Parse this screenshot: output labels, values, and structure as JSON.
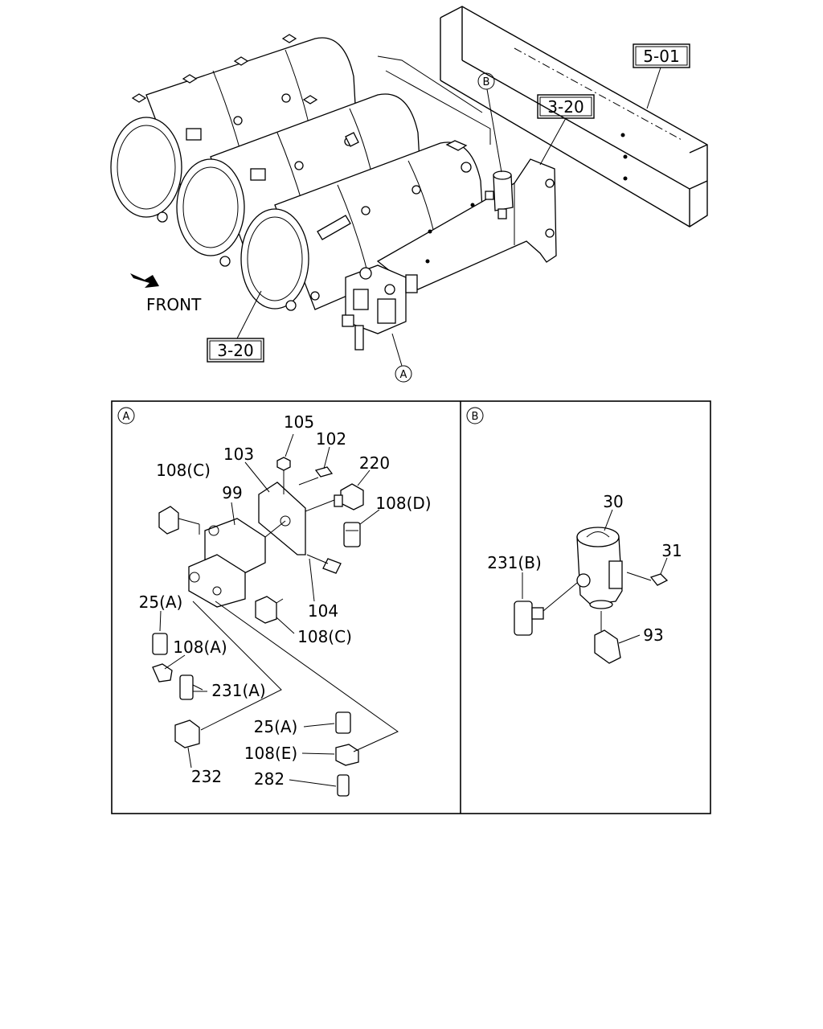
{
  "overview": {
    "front_label": "FRONT",
    "ref_5_01": "5-01",
    "ref_3_20_right": "3-20",
    "ref_3_20_left": "3-20",
    "callout_a": "A",
    "callout_b": "B"
  },
  "panel_a": {
    "marker": "A",
    "labels": {
      "p105": "105",
      "p102": "102",
      "p103": "103",
      "p220": "220",
      "p108c_top": "108(C)",
      "p99": "99",
      "p108d": "108(D)",
      "p25a_left": "25(A)",
      "p104": "104",
      "p108c_right": "108(C)",
      "p108a": "108(A)",
      "p231a": "231(A)",
      "p25a_right": "25(A)",
      "p108e": "108(E)",
      "p232": "232",
      "p282": "282"
    }
  },
  "panel_b": {
    "marker": "B",
    "labels": {
      "p30": "30",
      "p31": "31",
      "p231b": "231(B)",
      "p93": "93"
    }
  }
}
